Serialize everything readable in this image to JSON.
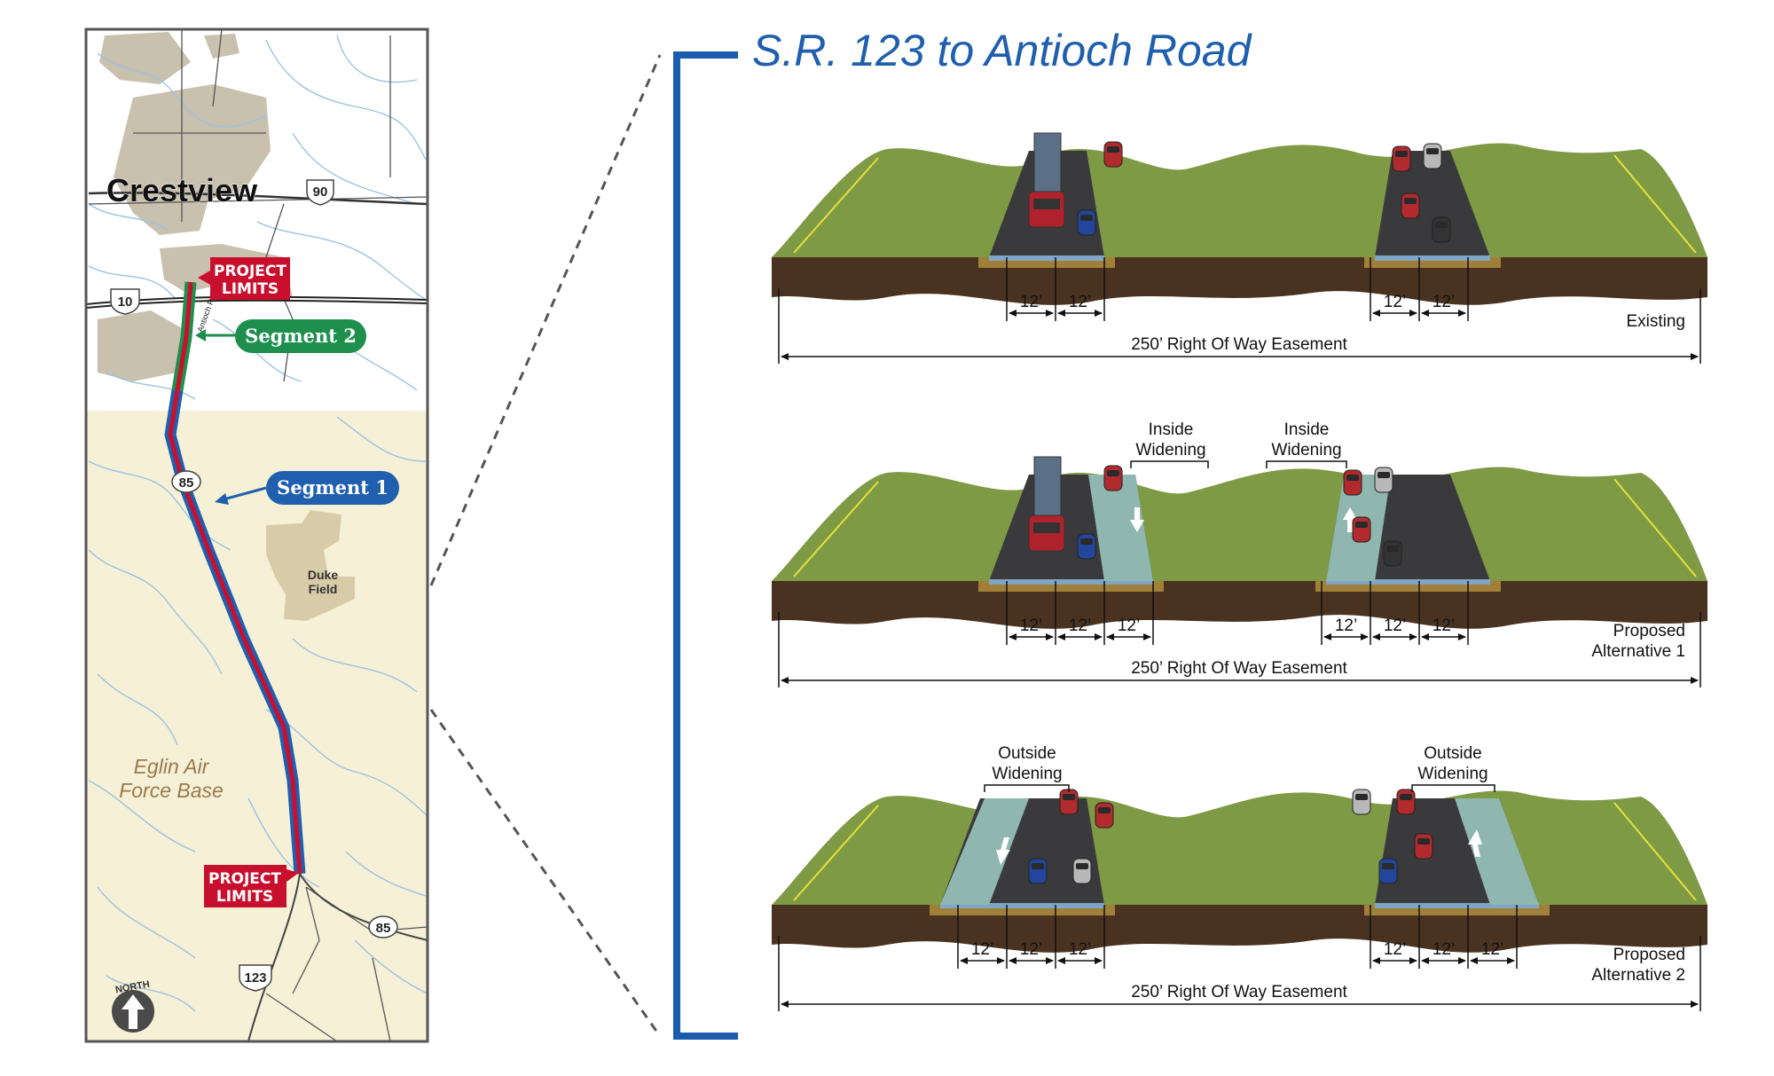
{
  "title": "S.R. 123 to Antioch Road",
  "map": {
    "town": "Crestview",
    "base_name": [
      "Eglin Air",
      "Force Base"
    ],
    "field_name": [
      "Duke",
      "Field"
    ],
    "project_limits": [
      "PROJECT",
      "LIMITS"
    ],
    "segment1": "Segment 1",
    "segment2": "Segment 2",
    "shields": {
      "us90": "90",
      "i10": "10",
      "sr85_a": "85",
      "sr85_b": "85",
      "sr123": "123"
    },
    "road_label": "Antioch Rd",
    "north": "NORTH"
  },
  "sections": [
    {
      "id": "existing",
      "lane_dims_left": [
        "12’",
        "12’"
      ],
      "lane_dims_right": [
        "12’",
        "12’"
      ],
      "easement": "250’ Right Of Way Easement",
      "label": [
        "Existing"
      ],
      "widening_left": [],
      "widening_right": []
    },
    {
      "id": "alt1",
      "lane_dims_left": [
        "12’",
        "12’",
        "12’"
      ],
      "lane_dims_right": [
        "12’",
        "12’",
        "12’"
      ],
      "easement": "250’ Right Of Way Easement",
      "label": [
        "Proposed",
        "Alternative 1"
      ],
      "widening_left": [
        "Inside",
        "Widening"
      ],
      "widening_right": [
        "Inside",
        "Widening"
      ]
    },
    {
      "id": "alt2",
      "lane_dims_left": [
        "12’",
        "12’",
        "12’"
      ],
      "lane_dims_right": [
        "12’",
        "12’",
        "12’"
      ],
      "easement": "250’ Right Of Way Easement",
      "label": [
        "Proposed",
        "Alternative 2"
      ],
      "widening_left": [
        "Outside",
        "Widening"
      ],
      "widening_right": [
        "Outside",
        "Widening"
      ]
    }
  ],
  "colors": {
    "title_blue": "#1f5fae",
    "bracket_blue": "#1a5cad",
    "grass": "#7e9a45",
    "soil": "#4a3220",
    "pavement": "#3a3a3c",
    "new_lane": "#8fb7b0",
    "segment1_blue": "#1f5fae",
    "segment2_green": "#1f8f4e",
    "limits_red": "#c8102e",
    "map_tan": "#f5f0d6"
  }
}
